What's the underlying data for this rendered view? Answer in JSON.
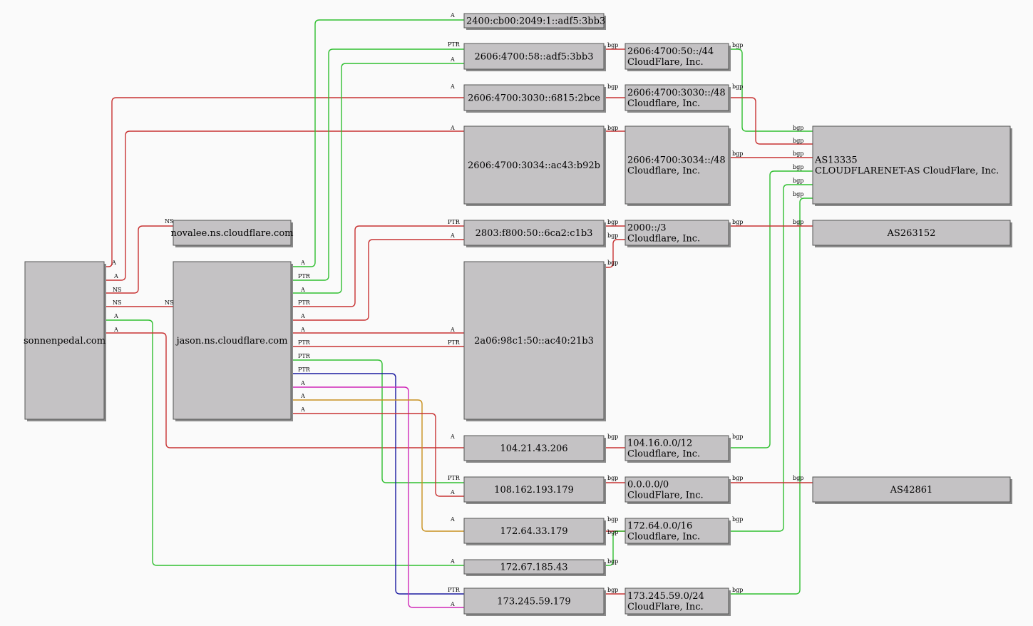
{
  "colors": {
    "red": "#c83232",
    "green": "#2fbf2f",
    "blue": "#1a1aa0",
    "magenta": "#d028b8",
    "orange": "#c8901e"
  },
  "nodes": {
    "sonnenpedal": [
      "sonnenpedal.com"
    ],
    "novalee": [
      "novalee.ns.cloudflare.com"
    ],
    "jason": [
      "jason.ns.cloudflare.com"
    ],
    "ip_2400": [
      "2400:cb00:2049:1::adf5:3bb3"
    ],
    "ip_2606_58": [
      "2606:4700:58::adf5:3bb3"
    ],
    "ip_2606_3030": [
      "2606:4700:3030::6815:2bce"
    ],
    "ip_2606_3034": [
      "2606:4700:3034::ac43:b92b"
    ],
    "ip_2803": [
      "2803:f800:50::6ca2:c1b3"
    ],
    "ip_2a06": [
      "2a06:98c1:50::ac40:21b3"
    ],
    "ip_104": [
      "104.21.43.206"
    ],
    "ip_108": [
      "108.162.193.179"
    ],
    "ip_172_64": [
      "172.64.33.179"
    ],
    "ip_172_67": [
      "172.67.185.43"
    ],
    "ip_173": [
      "173.245.59.179"
    ],
    "pfx_50_44": [
      "2606:4700:50::/44",
      "CloudFlare, Inc."
    ],
    "pfx_3030_48": [
      "2606:4700:3030::/48",
      "Cloudflare, Inc."
    ],
    "pfx_3034_48": [
      "2606:4700:3034::/48",
      "Cloudflare, Inc."
    ],
    "pfx_2000_3": [
      "2000::/3",
      "Cloudflare, Inc."
    ],
    "pfx_104": [
      "104.16.0.0/12",
      "Cloudflare, Inc."
    ],
    "pfx_0": [
      "0.0.0.0/0",
      "CloudFlare, Inc."
    ],
    "pfx_172_64": [
      "172.64.0.0/16",
      "Cloudflare, Inc."
    ],
    "pfx_173": [
      "173.245.59.0/24",
      "CloudFlare, Inc."
    ],
    "as13335": [
      "AS13335",
      "CLOUDFLARENET-AS CloudFlare, Inc."
    ],
    "as263152": [
      "AS263152"
    ],
    "as42861": [
      "AS42861"
    ]
  },
  "edge_labels": {
    "a": "A",
    "ptr": "PTR",
    "ns": "NS",
    "bgp": "bgp"
  },
  "edges": [
    [
      "sonnenpedal",
      "ip_2606_3030",
      "a",
      "red"
    ],
    [
      "sonnenpedal",
      "ip_2606_3034",
      "a",
      "red"
    ],
    [
      "sonnenpedal",
      "novalee",
      "ns",
      "red"
    ],
    [
      "sonnenpedal",
      "jason",
      "ns",
      "red"
    ],
    [
      "sonnenpedal",
      "ip_172_67",
      "a",
      "green"
    ],
    [
      "sonnenpedal",
      "ip_104",
      "a",
      "red"
    ],
    [
      "jason",
      "ip_2400",
      "a",
      "green"
    ],
    [
      "jason",
      "ip_2606_58",
      "ptr",
      "green"
    ],
    [
      "jason",
      "ip_2606_58",
      "a",
      "green"
    ],
    [
      "jason",
      "ip_2803",
      "ptr",
      "red"
    ],
    [
      "jason",
      "ip_2803",
      "a",
      "red"
    ],
    [
      "jason",
      "ip_2a06",
      "a",
      "red"
    ],
    [
      "jason",
      "ip_2a06",
      "ptr",
      "red"
    ],
    [
      "jason",
      "ip_108",
      "ptr",
      "green"
    ],
    [
      "jason",
      "ip_173",
      "ptr",
      "blue"
    ],
    [
      "jason",
      "ip_173",
      "a",
      "magenta"
    ],
    [
      "jason",
      "ip_172_64",
      "a",
      "orange"
    ],
    [
      "jason",
      "ip_108",
      "a",
      "red"
    ],
    [
      "ip_2606_58",
      "pfx_50_44",
      "bgp",
      "red"
    ],
    [
      "ip_2606_3030",
      "pfx_3030_48",
      "bgp",
      "red"
    ],
    [
      "ip_2606_3034",
      "pfx_3034_48",
      "bgp",
      "red"
    ],
    [
      "ip_2803",
      "pfx_2000_3",
      "bgp",
      "red"
    ],
    [
      "ip_2a06",
      "pfx_2000_3",
      "bgp",
      "red"
    ],
    [
      "ip_104",
      "pfx_104",
      "bgp",
      "red"
    ],
    [
      "ip_108",
      "pfx_0",
      "bgp",
      "red"
    ],
    [
      "ip_172_64",
      "pfx_172_64",
      "bgp",
      "red"
    ],
    [
      "ip_172_67",
      "pfx_172_64",
      "bgp",
      "green"
    ],
    [
      "ip_173",
      "pfx_173",
      "bgp",
      "red"
    ],
    [
      "pfx_50_44",
      "as13335",
      "bgp",
      "green"
    ],
    [
      "pfx_3030_48",
      "as13335",
      "bgp",
      "red"
    ],
    [
      "pfx_3034_48",
      "as13335",
      "bgp",
      "red"
    ],
    [
      "pfx_104",
      "as13335",
      "bgp",
      "green"
    ],
    [
      "pfx_172_64",
      "as13335",
      "bgp",
      "green"
    ],
    [
      "pfx_173",
      "as13335",
      "bgp",
      "green"
    ],
    [
      "pfx_2000_3",
      "as263152",
      "bgp",
      "red"
    ],
    [
      "pfx_0",
      "as42861",
      "bgp",
      "red"
    ]
  ]
}
